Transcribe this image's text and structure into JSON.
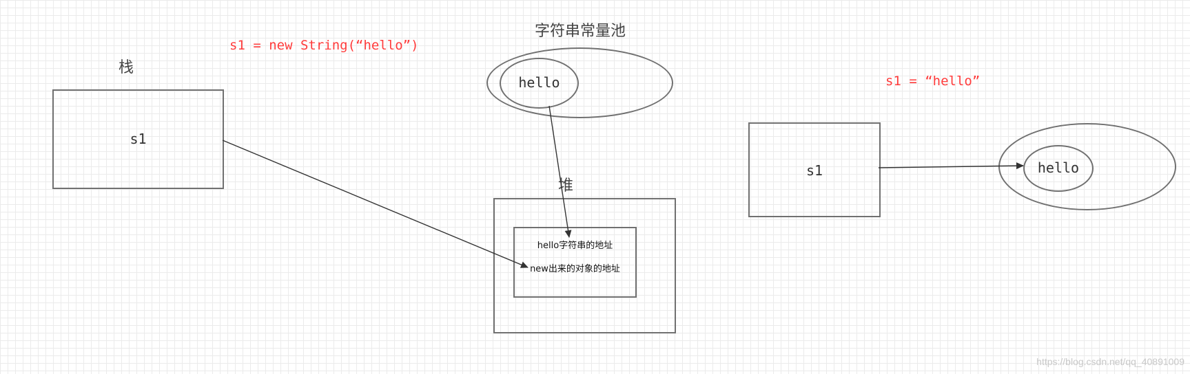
{
  "left_diagram": {
    "code_label": "s1 = new String(“hello”)",
    "stack_label": "栈",
    "stack_box_text": "s1",
    "pool_label": "字符串常量池",
    "pool_inner_text": "hello",
    "heap_label": "堆",
    "heap_inner_line1": "hello字符串的地址",
    "heap_inner_line2": "new出来的对象的地址"
  },
  "right_diagram": {
    "code_label": "s1 = “hello”",
    "box_text": "s1",
    "pool_inner_text": "hello"
  },
  "watermark": "https://blog.csdn.net/qq_40891009",
  "colors": {
    "code_red": "#ff3b3b",
    "stroke": "#707070",
    "arrow": "#333333",
    "grid": "#ebebeb"
  }
}
